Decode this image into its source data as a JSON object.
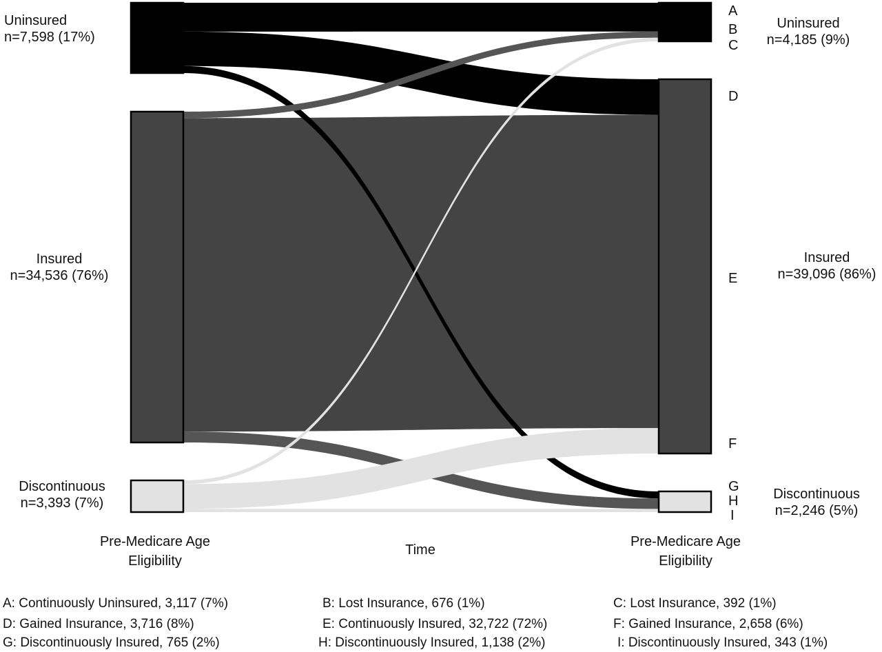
{
  "chart_data": {
    "type": "sankey",
    "left_axis_label": "Pre-Medicare Age Eligibility",
    "center_axis_label": "Time",
    "right_axis_label": "Pre-Medicare Age Eligibility",
    "left_nodes": [
      {
        "id": "uninsured",
        "name": "Uninsured",
        "count_label": "n=7,598 (17%)",
        "value": 7598,
        "color": "#000000"
      },
      {
        "id": "insured",
        "name": "Insured",
        "count_label": "n=34,536 (76%)",
        "value": 34536,
        "color": "#444444"
      },
      {
        "id": "discontinuous",
        "name": "Discontinuous",
        "count_label": "n=3,393 (7%)",
        "value": 3393,
        "color": "#e2e2e2"
      }
    ],
    "right_nodes": [
      {
        "id": "uninsured",
        "name": "Uninsured",
        "count_label": "n=4,185 (9%)",
        "value": 4185,
        "color": "#000000"
      },
      {
        "id": "insured",
        "name": "Insured",
        "count_label": "n=39,096 (86%)",
        "value": 39096,
        "color": "#444444"
      },
      {
        "id": "discontinuous",
        "name": "Discontinuous",
        "count_label": "n=2,246 (5%)",
        "value": 2246,
        "color": "#e2e2e2"
      }
    ],
    "flows": [
      {
        "key": "A",
        "source": "uninsured",
        "target": "uninsured",
        "value": 3117,
        "color": "#000000"
      },
      {
        "key": "B",
        "source": "insured",
        "target": "uninsured",
        "value": 676,
        "color": "#555555"
      },
      {
        "key": "C",
        "source": "discontinuous",
        "target": "uninsured",
        "value": 392,
        "color": "#e2e2e2"
      },
      {
        "key": "D",
        "source": "uninsured",
        "target": "insured",
        "value": 3716,
        "color": "#000000"
      },
      {
        "key": "E",
        "source": "insured",
        "target": "insured",
        "value": 32722,
        "color": "#444444"
      },
      {
        "key": "F",
        "source": "discontinuous",
        "target": "insured",
        "value": 2658,
        "color": "#e2e2e2"
      },
      {
        "key": "G",
        "source": "uninsured",
        "target": "discontinuous",
        "value": 765,
        "color": "#000000"
      },
      {
        "key": "H",
        "source": "insured",
        "target": "discontinuous",
        "value": 1138,
        "color": "#555555"
      },
      {
        "key": "I",
        "source": "discontinuous",
        "target": "discontinuous",
        "value": 343,
        "color": "#e2e2e2"
      }
    ],
    "legend": [
      {
        "key": "A",
        "text": "A: Continuously Uninsured, 3,117 (7%)"
      },
      {
        "key": "B",
        "text": "B: Lost Insurance, 676 (1%)"
      },
      {
        "key": "C",
        "text": "C: Lost Insurance, 392 (1%)"
      },
      {
        "key": "D",
        "text": "D:  Gained Insurance, 3,716 (8%)"
      },
      {
        "key": "E",
        "text": "E: Continuously Insured, 32,722 (72%)"
      },
      {
        "key": "F",
        "text": "F:  Gained Insurance, 2,658 (6%)"
      },
      {
        "key": "G",
        "text": "G: Discontinuously Insured, 765 (2%)"
      },
      {
        "key": "H",
        "text": "H: Discontinuously Insured, 1,138 (2%)"
      },
      {
        "key": "I",
        "text": "I: Discontinuously Insured, 343 (1%)"
      }
    ]
  }
}
